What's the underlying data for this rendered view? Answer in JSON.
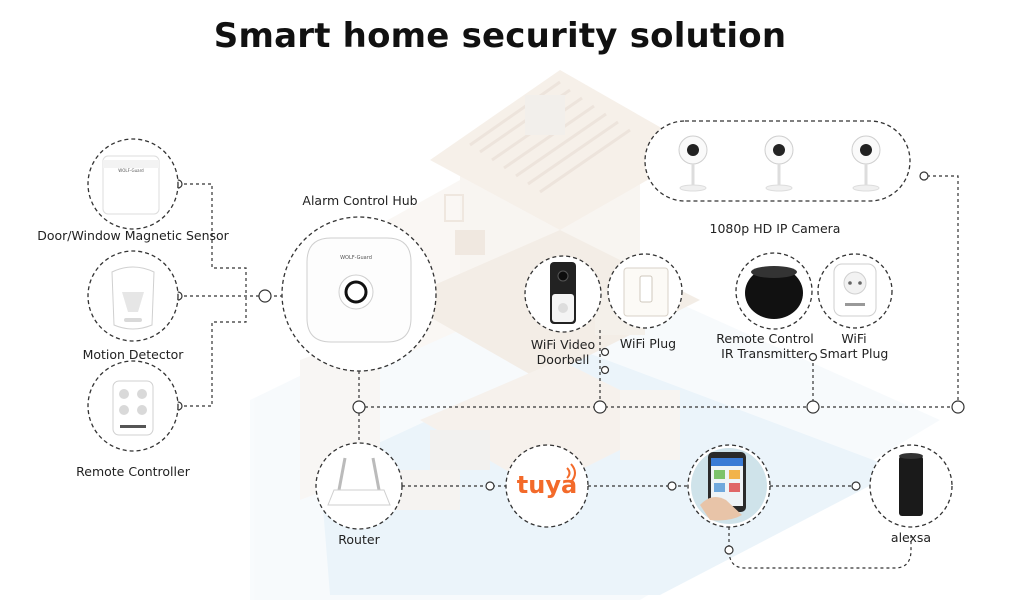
{
  "title": "Smart home security solution",
  "devices": {
    "door_sensor": {
      "label": "Door/Window Magnetic Sensor",
      "brand_text": "WOLF-Guard"
    },
    "motion_detector": {
      "label": "Motion Detector"
    },
    "remote_controller": {
      "label": "Remote Controller"
    },
    "alarm_hub": {
      "label": "Alarm Control Hub",
      "brand_text": "WOLF-Guard"
    },
    "ip_camera": {
      "label": "1080p HD IP Camera"
    },
    "video_doorbell": {
      "label_line1": "WiFi Video",
      "label_line2": "Doorbell"
    },
    "wifi_plug": {
      "label": "WiFi Plug"
    },
    "ir_transmitter": {
      "label_line1": "Remote Control",
      "label_line2": "IR Transmitter"
    },
    "smart_plug": {
      "label_line1": "WiFi",
      "label_line2": "Smart Plug"
    },
    "router": {
      "label": "Router"
    },
    "tuya": {
      "logo_text": "tuya"
    },
    "alexa": {
      "label": "alexsa"
    }
  },
  "colors": {
    "tuya_orange": "#f36a2a",
    "connector": "#333333",
    "title": "#111111"
  }
}
